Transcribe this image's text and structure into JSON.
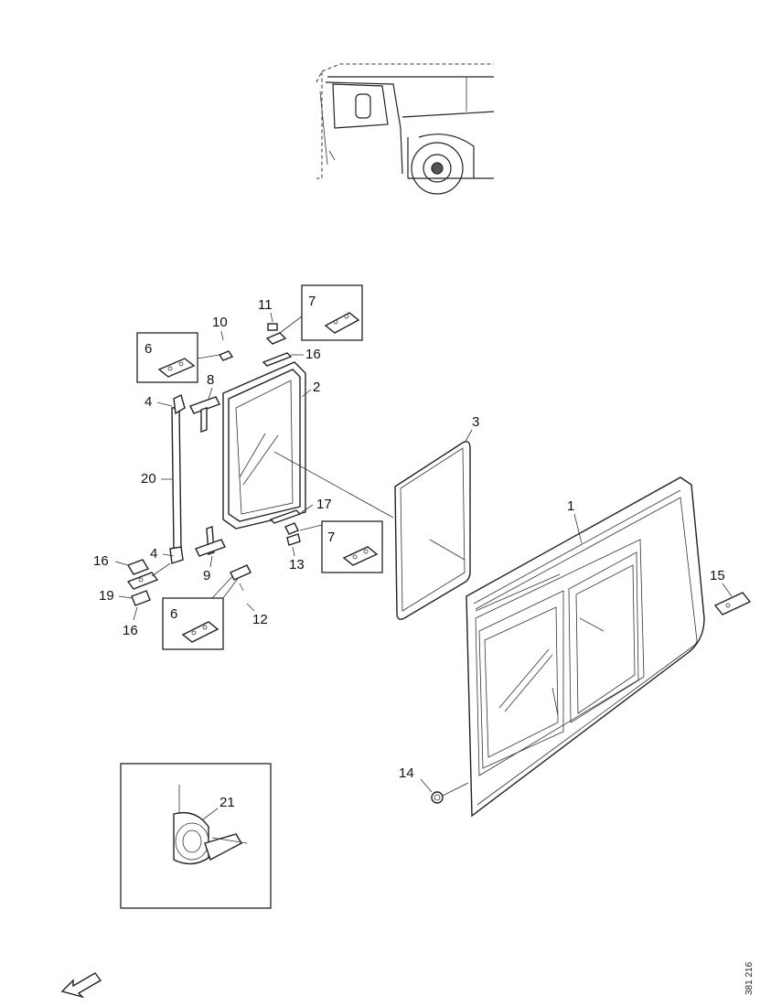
{
  "diagram": {
    "callouts": {
      "c1": "1",
      "c2": "2",
      "c3": "3",
      "c4a": "4",
      "c4b": "4",
      "c6a": "6",
      "c6b": "6",
      "c7a": "7",
      "c7b": "7",
      "c8": "8",
      "c9": "9",
      "c10": "10",
      "c11": "11",
      "c12": "12",
      "c13": "13",
      "c14": "14",
      "c15": "15",
      "c16a": "16",
      "c16b": "16",
      "c16c": "16",
      "c17": "17",
      "c19": "19",
      "c20": "20",
      "c21": "21"
    },
    "reference_code": "381 216"
  }
}
